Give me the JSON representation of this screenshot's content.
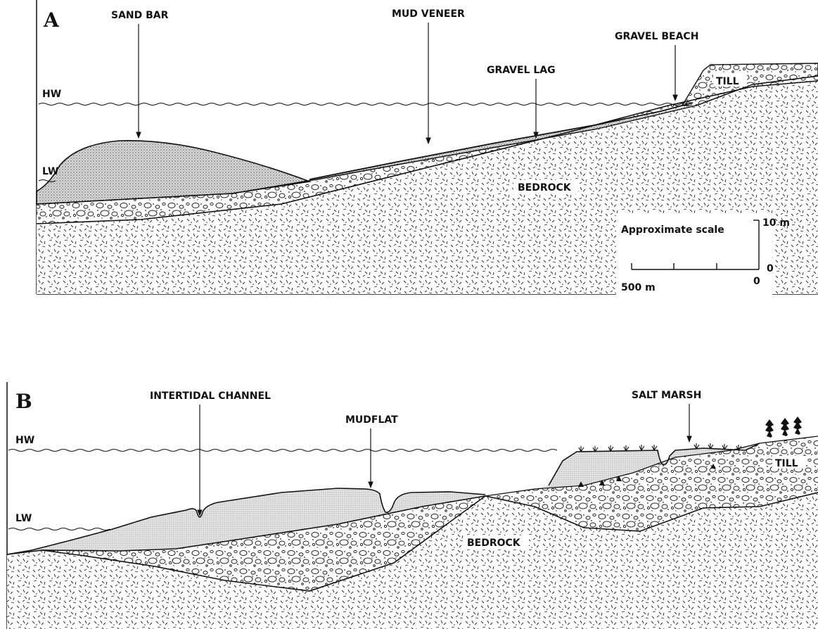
{
  "panel_a": {
    "letter": "A",
    "labels": {
      "sand_bar": "SAND BAR",
      "mud_veneer": "MUD VENEER",
      "gravel_beach": "GRAVEL BEACH",
      "gravel_lag": "GRAVEL LAG",
      "till": "TILL",
      "bedrock": "BEDROCK",
      "hw": "HW",
      "lw": "LW"
    },
    "scale": {
      "title": "Approximate scale",
      "vertical_max": "10 m",
      "vertical_zero": "0",
      "horizontal_max": "500 m",
      "horizontal_zero": "0"
    }
  },
  "panel_b": {
    "letter": "B",
    "labels": {
      "intertidal_channel": "INTERTIDAL CHANNEL",
      "mudflat": "MUDFLAT",
      "salt_marsh": "SALT MARSH",
      "till": "TILL",
      "bedrock": "BEDROCK",
      "hw": "HW",
      "lw": "LW"
    }
  },
  "colors": {
    "ink": "#111111",
    "sand": "#d6d6d6",
    "mud": "#e2e2e2",
    "background": "#ffffff"
  }
}
